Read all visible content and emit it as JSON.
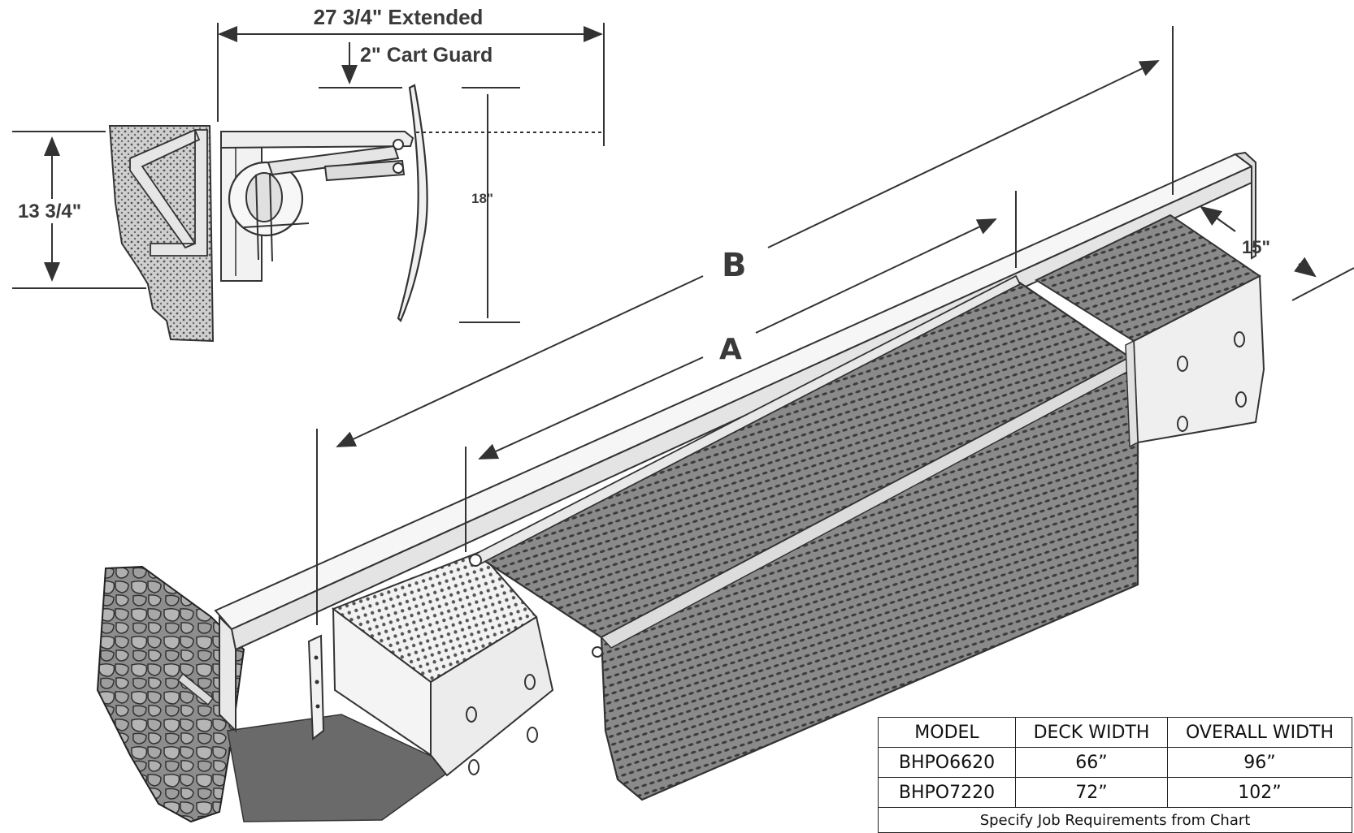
{
  "dimensions": {
    "extended": "27 3/4\" Extended",
    "cart_guard": "2\" Cart Guard",
    "height": "13 3/4\"",
    "lip": "18\"",
    "depth": "15\"",
    "label_a": "A",
    "label_b": "B"
  },
  "table": {
    "headers": [
      "MODEL",
      "DECK WIDTH",
      "OVERALL WIDTH"
    ],
    "rows": [
      [
        "BHPO6620",
        "66”",
        "96”"
      ],
      [
        "BHPO7220",
        "72”",
        "102”"
      ]
    ],
    "note": "Specify Job Requirements from Chart"
  }
}
